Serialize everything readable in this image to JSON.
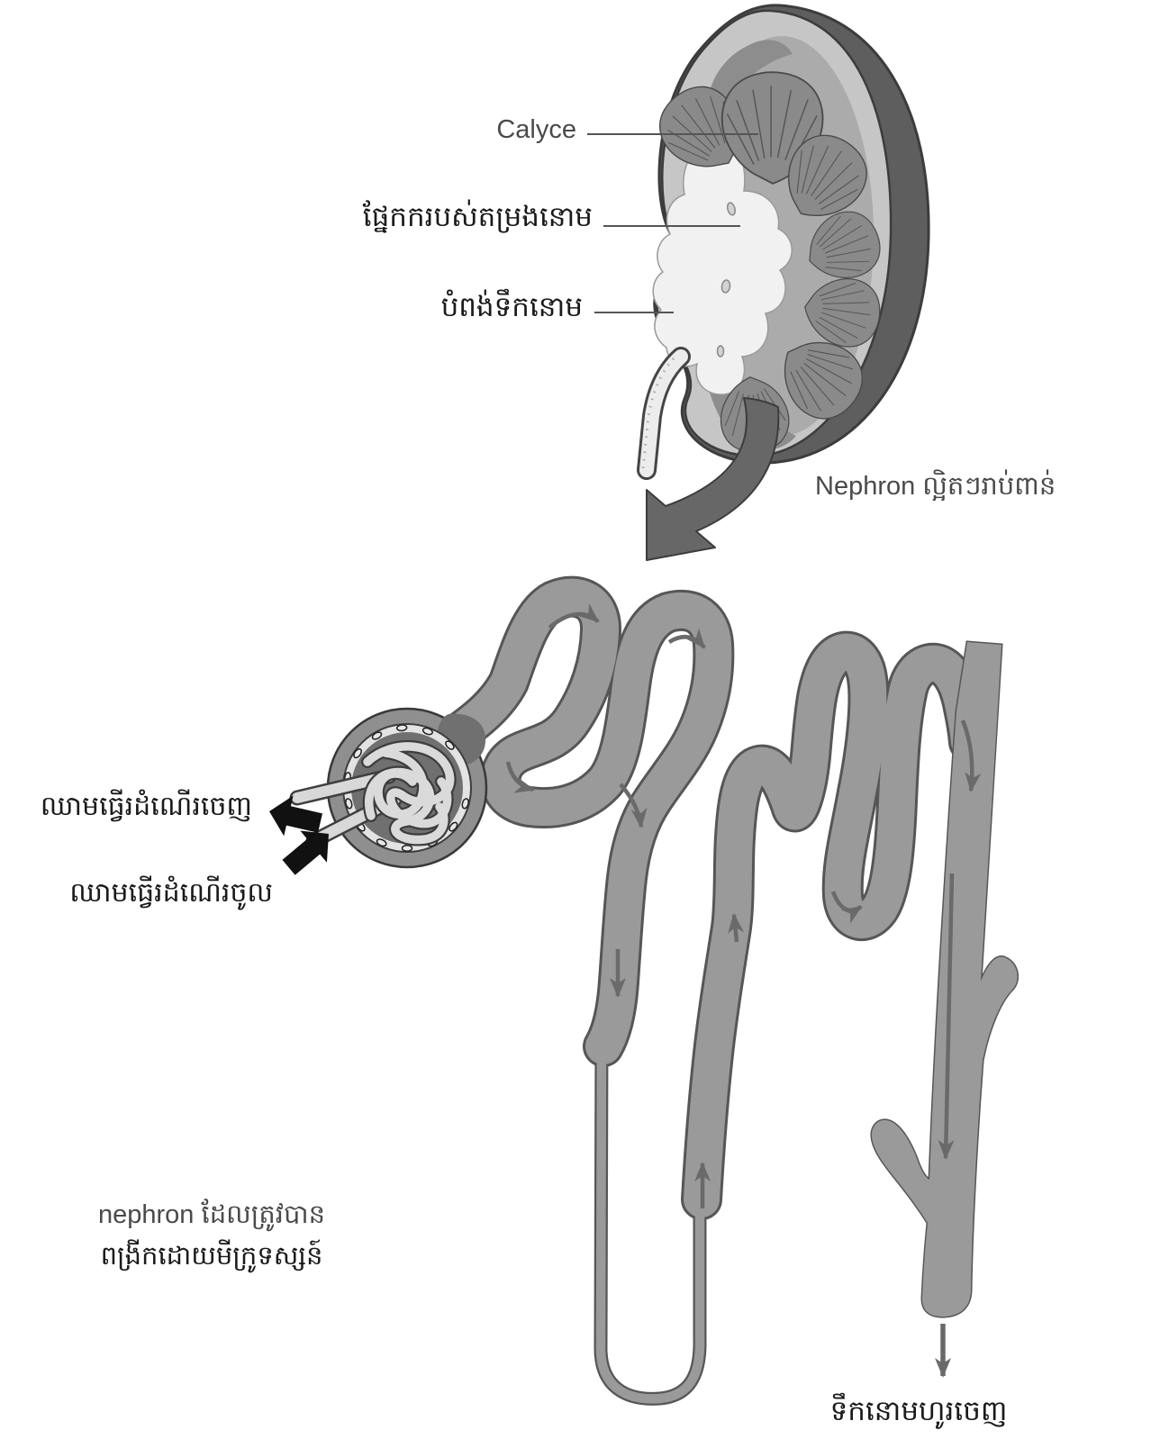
{
  "kidney": {
    "label_calyce": "Calyce",
    "label_renal_pelvis": "ផ្នែកករបស់តម្រងនោម",
    "label_ureter": "បំពង់ទឹកនោម",
    "caption_nephron": "Nephron ល្អិតៗរាប់ពាន់"
  },
  "nephron": {
    "label_blood_out": "ឈាមធ្វើរដំណើរចេញ",
    "label_blood_in": "ឈាមធ្វើរដំណើរចូល",
    "caption_magnified_line1": "nephron ដែលត្រូវបាន",
    "caption_magnified_line2": "ពង្រីកដោយមីក្រូទស្សន៍",
    "label_urine_out": "ទឹកនោមហូរចេញ"
  },
  "colors": {
    "background": "#ffffff",
    "tube": "#9a9a9a",
    "tube_outline": "#565656",
    "flow_arrow": "#6a6a6a",
    "cortex": "#c6c6c6",
    "kidney_rim_shadow": "#5e5e5e",
    "medulla": "#ababab",
    "pyramid": "#8a8a8a",
    "renal_pelvis": "#f1f1f1",
    "capsule": "#8f8f8f",
    "capsule_interior": "#707070",
    "capillary": "#dadada",
    "magnify_arrow": "#676767",
    "label_arrow": "#111111",
    "text_latin": "#4a4a4a",
    "text_khmer": "#1a1a1a"
  }
}
